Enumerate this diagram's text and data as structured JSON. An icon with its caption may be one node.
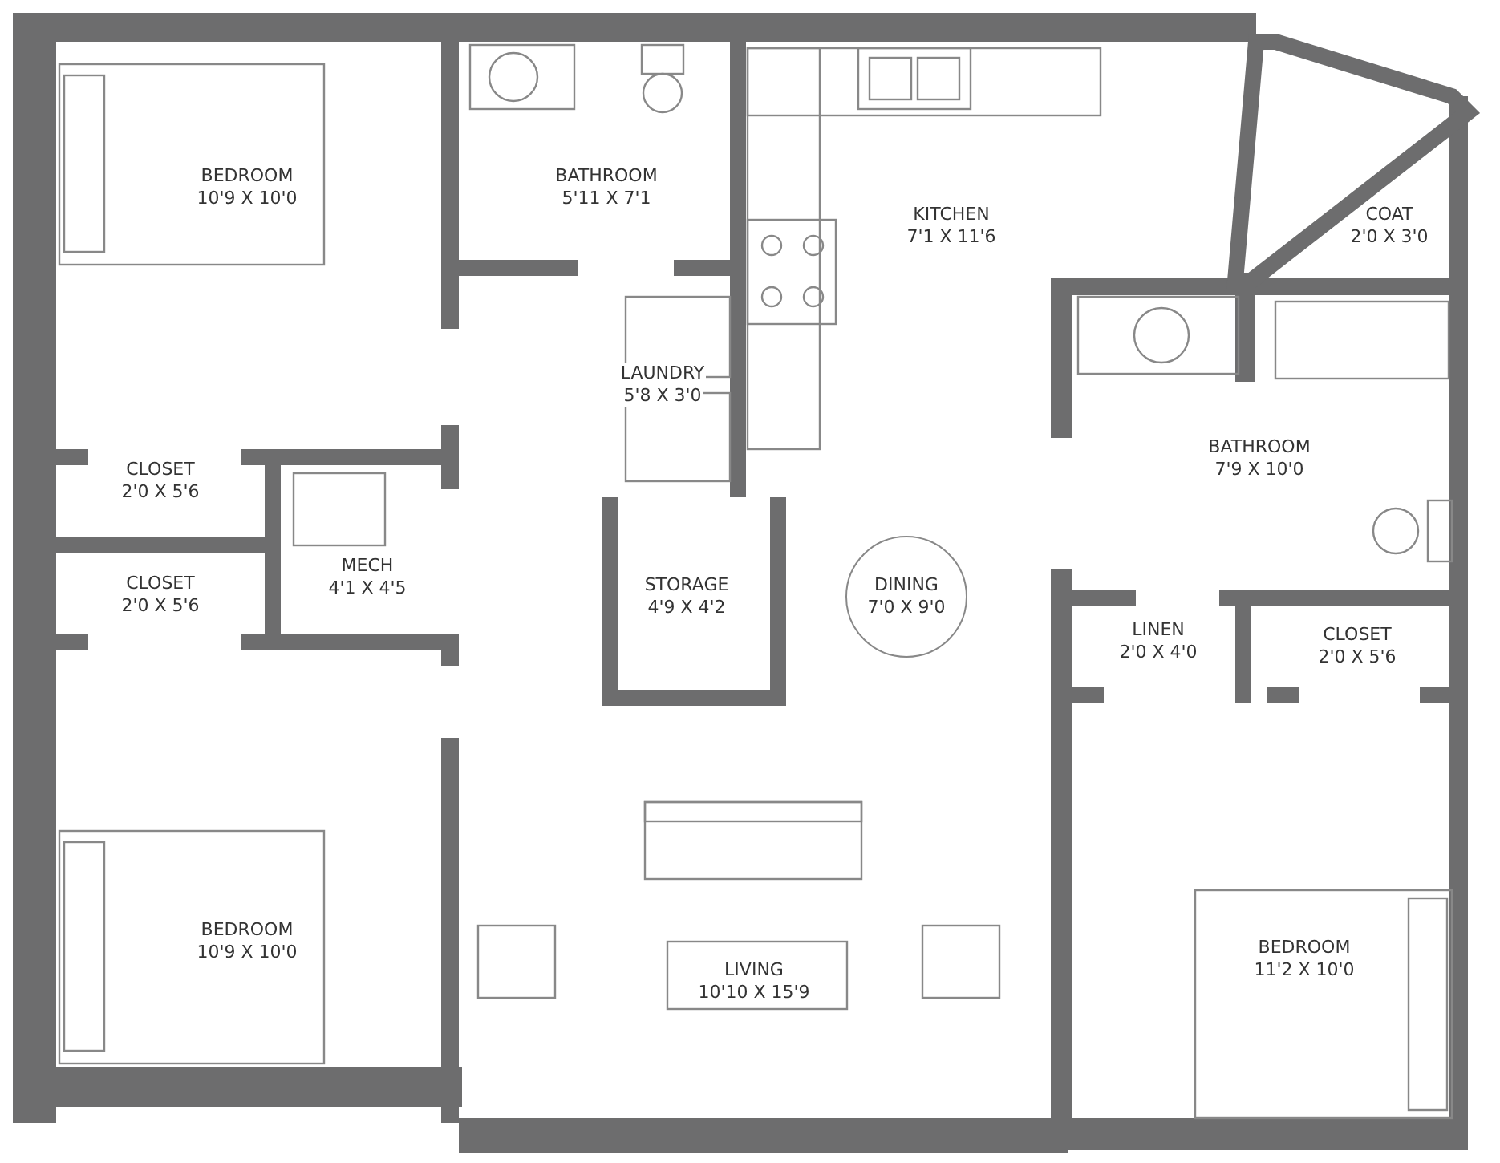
{
  "diagram": {
    "nodes": [
      {
        "text": [
          "BEDROOM",
          "10'9 X 10'0"
        ]
      },
      {
        "text": [
          "BATHROOM",
          "5'11 X 7'1"
        ]
      },
      {
        "text": [
          "KITCHEN",
          "7'1 X 11'6"
        ]
      },
      {
        "text": [
          "COAT",
          "2'0 X 3'0"
        ]
      },
      {
        "text": [
          "LAUNDRY",
          "5'8 X 3'0"
        ]
      },
      {
        "text": [
          "BATHROOM",
          "7'9 X 10'0"
        ]
      },
      {
        "text": [
          "CLOSET",
          "2'0 X 5'6"
        ]
      },
      {
        "text": [
          "MECH",
          "4'1 X 4'5"
        ]
      },
      {
        "text": [
          "CLOSET",
          "2'0 X 5'6"
        ]
      },
      {
        "text": [
          "STORAGE",
          "4'9 X 4'2"
        ]
      },
      {
        "text": [
          "DINING",
          "7'0 X 9'0"
        ]
      },
      {
        "text": [
          "LINEN",
          "2'0 X 4'0"
        ]
      },
      {
        "text": [
          "CLOSET",
          "2'0 X 5'6"
        ]
      },
      {
        "text": [
          "BEDROOM",
          "10'9 X 10'0"
        ]
      },
      {
        "text": [
          "LIVING",
          "10'10 X 15'9"
        ]
      },
      {
        "text": [
          "BEDROOM",
          "11'2 X 10'0"
        ]
      }
    ]
  }
}
